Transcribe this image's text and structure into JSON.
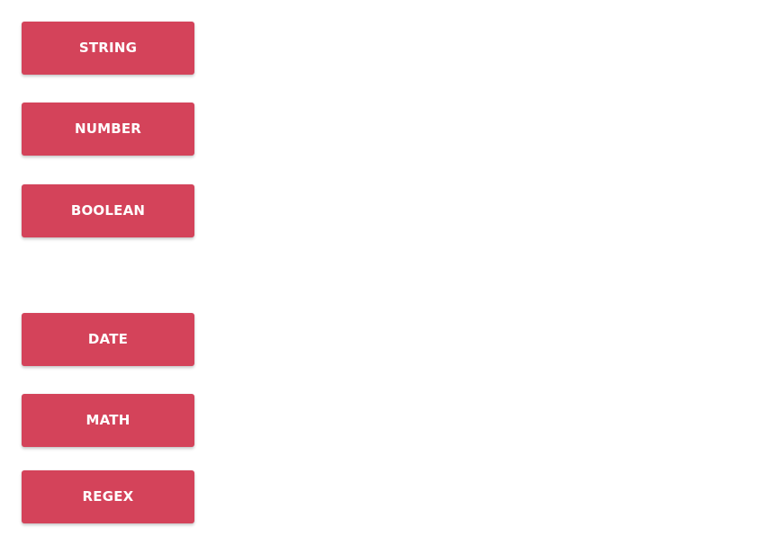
{
  "colors": {
    "button_background": "#d4435a",
    "button_text": "#ffffff",
    "page_background": "#ffffff"
  },
  "buttons": {
    "string_label": "STRING",
    "number_label": "NUMBER",
    "boolean_label": "BOOLEAN",
    "date_label": "DATE",
    "math_label": "MATH",
    "regex_label": "REGEX"
  }
}
